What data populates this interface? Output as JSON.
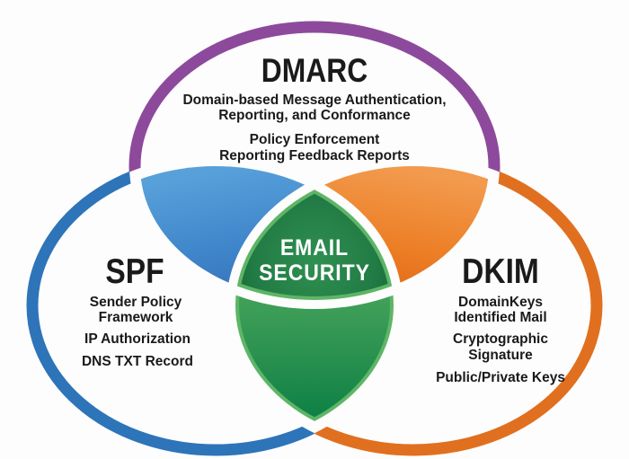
{
  "colors": {
    "background": "#fdfdfd",
    "dmarc_ring": "#8d4a9c",
    "spf_ring": "#2e74b9",
    "dkim_ring": "#e0701f",
    "dmarc_spf_overlap": "#3e84c9",
    "dmarc_dkim_overlap": "#ec7d24",
    "spf_dkim_overlap": "#2a9150",
    "center_overlap": "#227c45",
    "center_text": "#ffffff",
    "label_text": "#1a1a1a"
  },
  "venn": {
    "center": {
      "line1": "EMAIL",
      "line2": "SECURITY"
    },
    "dmarc": {
      "title": "DMARC",
      "name_lines": [
        "Domain-based Message Authentication,",
        "Reporting, and Conformance"
      ],
      "features": [
        "Policy Enforcement",
        "Reporting Feedback Reports"
      ]
    },
    "spf": {
      "title": "SPF",
      "name_lines": [
        "Sender Policy",
        "Framework"
      ],
      "features": [
        "IP Authorization",
        "DNS TXT Record"
      ]
    },
    "dkim": {
      "title": "DKIM",
      "name_lines": [
        "DomainKeys",
        "Identified Mail"
      ],
      "features": [
        "Cryptographic",
        "Signature",
        "Public/Private Keys"
      ]
    }
  }
}
